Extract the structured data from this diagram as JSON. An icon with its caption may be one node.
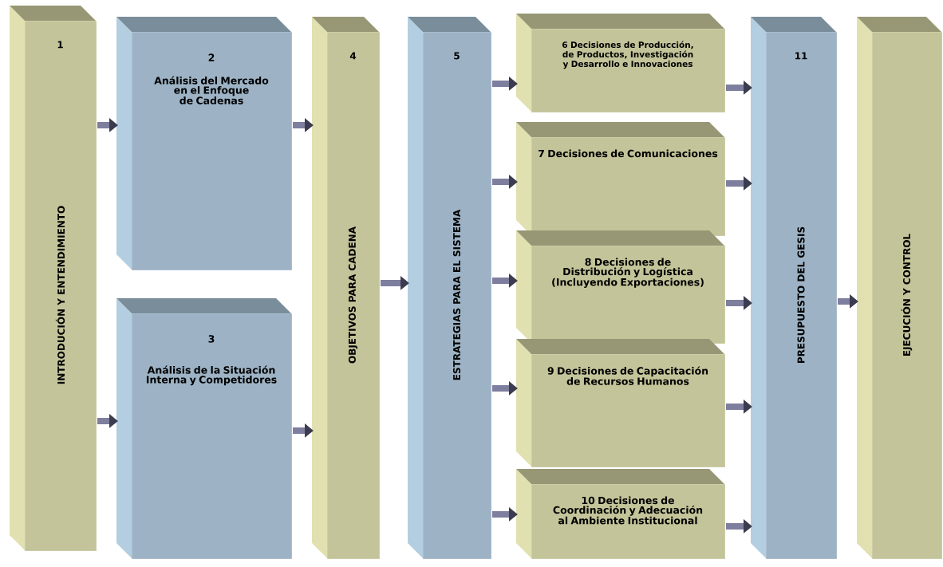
{
  "diagram": {
    "nodes": [
      {
        "text": [
          "1",
          "INTRODUCIÓN Y ENTENDIMIENTO"
        ]
      },
      {
        "text": [
          "2",
          "Análisis del Mercado en el Enfoque de Cadenas"
        ]
      },
      {
        "text": [
          "3",
          "Análisis de la Situación Interna y Competidores"
        ]
      },
      {
        "text": [
          "4",
          "OBJETIVOS PARA CADENA"
        ]
      },
      {
        "text": [
          "5",
          "ESTRATEGIAS PARA EL SISTEMA"
        ]
      },
      {
        "text": [
          "6 Decisiones de Producción, de Productos, Investigación y Desarrollo e Innovaciones"
        ]
      },
      {
        "text": [
          "7 Decisiones de Comunicaciones"
        ]
      },
      {
        "text": [
          "8 Decisiones de Distribución y Logística (Incluyendo Exportaciones)"
        ]
      },
      {
        "text": [
          "9 Decisiones de Capacitación de Recursos Humanos"
        ]
      },
      {
        "text": [
          "10 Decisiones de Coordinación y Adecuación al Ambiente Institucional"
        ]
      },
      {
        "text": [
          "11",
          "PRESUPUESTO DEL GESIS"
        ]
      },
      {
        "text": [
          "EJECUCIÓN Y CONTROL"
        ]
      }
    ],
    "edges": [
      {
        "from": 0,
        "to": 1,
        "arrow": "to"
      },
      {
        "from": 0,
        "to": 2,
        "arrow": "to"
      },
      {
        "from": 1,
        "to": 3,
        "arrow": "to"
      },
      {
        "from": 2,
        "to": 3,
        "arrow": "to"
      },
      {
        "from": 3,
        "to": 4,
        "arrow": "to"
      },
      {
        "from": 4,
        "to": 5,
        "arrow": "to"
      },
      {
        "from": 4,
        "to": 6,
        "arrow": "to"
      },
      {
        "from": 4,
        "to": 7,
        "arrow": "to"
      },
      {
        "from": 4,
        "to": 8,
        "arrow": "to"
      },
      {
        "from": 4,
        "to": 9,
        "arrow": "to"
      },
      {
        "from": 5,
        "to": 10,
        "arrow": "to"
      },
      {
        "from": 6,
        "to": 10,
        "arrow": "to"
      },
      {
        "from": 7,
        "to": 10,
        "arrow": "to"
      },
      {
        "from": 8,
        "to": 10,
        "arrow": "to"
      },
      {
        "from": 9,
        "to": 10,
        "arrow": "to"
      },
      {
        "from": 10,
        "to": 11,
        "arrow": "to"
      }
    ]
  }
}
